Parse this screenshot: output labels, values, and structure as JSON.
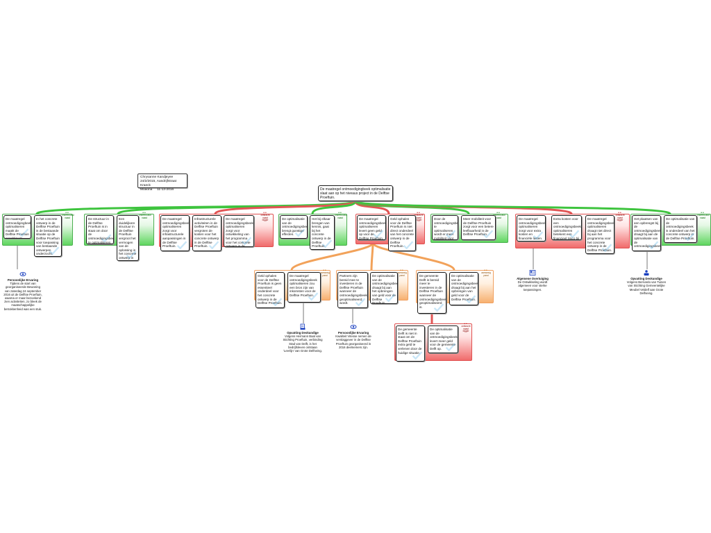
{
  "info_note": {
    "line1": "Chrysanne Kandjeyee",
    "line2": "24/2/2015, Aandrijfstraat Kraeck",
    "line3": "Moaona",
    "line4": "11-13-2016"
  },
  "root": "De maatregel ontmoedigingbeek optimalisatie slaat aan op het niveaus project in de Delftse Proeftuin.",
  "tags": {
    "green": "onderbouwd naast",
    "red": "ontkracht naast bigger",
    "orange": "aanwezig pand"
  },
  "groups": [
    {
      "id": "g1",
      "color": "green",
      "boxes": [
        "De maatregel ontmoedigingbeek optimaliseren maakt de Delftse Proeftuin geschikt als voor toepassingen.",
        "In het concrete ontwerp in de Delftse Proeftuin is de bestaande situatie op de Delftse Proeftuin voor toepassing van bestaande ontwerpen onderzocht."
      ]
    },
    {
      "id": "g2",
      "color": "green",
      "boxes": [
        "De structuur in de Delftse Proeftuin is in staat om door de ontmoedigingsbeek te optimaliseren.",
        "Een duidelijkere structuur in de Delftse Proeftuin vergroot het vermogen van de oplossing in het concrete ontwerp in de Delftse Proeftuin."
      ]
    },
    {
      "id": "g3",
      "color": "red",
      "boxes": [
        "De maatregel ontmoedigingsbeek optimaliseren zorgt voor infrastructurele aanpassingen in de Delftse Proeftuin.",
        "Infrastructurele activiteiten in de Delftse Proeftuin vergroten de kosten voor het concrete ontwerp in de Delftse Proeftuin.",
        "De maatregel ontmoedigingsbeek optimaliseren zorgt voor ontwikkeling van het programma voor het concrete ontwerp in de Delftse Proeftuin."
      ]
    },
    {
      "id": "g4",
      "color": "green",
      "boxes": [
        "De optimalisatie van de ontmoedigingsbeek brengt gunstige effecten.",
        "Het bij elkaar brengen van kennis, gaat bij het concrete ontwerp in de Delftse Proeftuin."
      ]
    },
    {
      "id": "g5",
      "color": "red",
      "boxes": [
        "De maatregel ontmoedigingsbeek optimaliseren levert geen geld op voor de Delftse Proeftuin.",
        "Geld ophalen voor de Delftse Proeftuin is niet direct onderdeel van het concrete ontwerp in de Delftse Proeftuin."
      ]
    },
    {
      "id": "g6",
      "color": "green",
      "boxes": [
        "Door de ontmoedigingsbeek te optimaliseren wordt er meer mobiliteit voor de Delftse Proeftuin.",
        "Meer mobiliteit voor de Delftse Proeftuin zorgt voor een betere leefbaarheid in de Delftse Proeftuin."
      ]
    },
    {
      "id": "g7",
      "color": "red",
      "boxes": [
        "De maatregel ontmoedigingsbeek optimaliseren zorgt voor extra kosten en financiële lasten.",
        "Extra kosten voor een ontmoedigingsbeek optimaliseren betekent een financieel risico bij de Delftse Proeftuin.",
        "De maatregel ontmoedigingsbeek optimaliseren draagt niet direct bij aan het programma voor het concrete ontwerp in de Delftse Proeftuin."
      ]
    },
    {
      "id": "g8",
      "color": "green",
      "boxes": [
        "Het plaatsen van een opbrengst bij de ontmoedigingsbeek draagt bij aan de optimalisatie van de ontmoedigingsbeek.",
        "De optimalisatie van de ontmoedigingsbeek is onderdeel van het concrete ontwerp in de Delftse Proeftuin."
      ]
    },
    {
      "id": "s1",
      "color": "orange",
      "boxes": [
        "Geld ophalen voor de Delftse Proeftuin is geen essentieel onderdeel voor het concrete ontwerp in de Delftse Proeftuin.",
        "De maatregel ontmoedigingsbeek optimaliseren zou een bron zijn van inkomsten voor de Delftse Proeftuin."
      ]
    },
    {
      "id": "s2",
      "color": "orange",
      "boxes": [
        "Partners zijn bereid mee te investeren in de Delftse Proeftuin wanneer de ontmoedigingsbeek geoptimaliseerd wordt.",
        "De optimalisatie van de ontmoedigingsbeek draagt bij aan het opbrengen van geld voor de Delftse Proeftuin."
      ]
    },
    {
      "id": "s3",
      "color": "orange",
      "boxes": [
        "De gemeente Delft is bereid meer te investeren in de Delftse Proeftuin wanneer de ontmoedigingsbeek geoptimaliseerd is.",
        "De optimalisatie van de ontmoedigingsbeek draagt bij aan het opbrengen van geld voor de Delftse Proeftuin."
      ]
    },
    {
      "id": "s4",
      "color": "red",
      "boxes": [
        "De gemeente Delft is niet in staat om de Delftse Proeftuin extra geld te verlenen door de huidige situatie.",
        "De optimalisatie van de ontmoedigingsbeek levert meer geld voor de gemeente Delft op."
      ]
    }
  ],
  "evidence": [
    {
      "id": "e1",
      "icon": "eye-icon",
      "title": "Persoonlijke Ervaring",
      "text": "Tijdens de start van georganiseerde Bewoning van zaterdag 24 september 2016 uit de Delftse Proeftuin, waarna er maar bezoekend zien activiteiten, zo bleek de maatschappelijke betrokkenheid was een stuk."
    },
    {
      "id": "e2",
      "icon": "document-icon",
      "title": "Opvatting Deskundige",
      "text": "Volgens Hermann Baal van Stichting Proeftuin, verbinding Stad van Delft, is het bedrijfsleven ontstaan 'Leerlijn' van Grote Delfseing."
    },
    {
      "id": "e3",
      "icon": "eye-icon",
      "title": "Persoonlijke Ervaring",
      "text": "Kwaliteit Vitesse nemen de verslaggever in de Delftse Proeftuin georganiseerd in 2016 deelnemers zijn."
    },
    {
      "id": "e4",
      "icon": "newspaper-icon",
      "title": "Algemene Overtuiging",
      "text": "De Ontwikkeling wordt algemeen voor sterke toepassingen."
    },
    {
      "id": "e5",
      "icon": "person-icon",
      "title": "Opvatting Deskundige",
      "text": "Volgens Bernardo van Tuinen van Stichting Gemeentelijke Meubel Veldelf aan Grote Delfseing."
    }
  ]
}
